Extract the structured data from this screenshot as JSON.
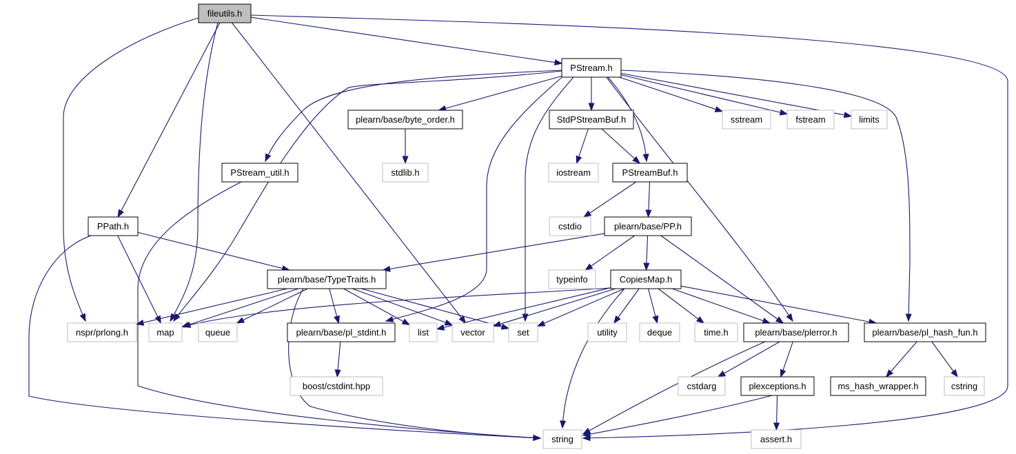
{
  "diagram": {
    "colors": {
      "edge": "#191970",
      "root_fill": "#bfbfbf",
      "internal_border": "#000000",
      "external_border": "#bfbfbf",
      "background": "#ffffff"
    },
    "nodes": [
      {
        "id": "fileutils_h",
        "label": "fileutils.h",
        "kind": "root"
      },
      {
        "id": "pstream_h",
        "label": "PStream.h",
        "kind": "internal"
      },
      {
        "id": "byte_order_h",
        "label": "plearn/base/byte_order.h",
        "kind": "internal"
      },
      {
        "id": "stdpstreambuf_h",
        "label": "StdPStreamBuf.h",
        "kind": "internal"
      },
      {
        "id": "sstream",
        "label": "sstream",
        "kind": "external"
      },
      {
        "id": "fstream",
        "label": "fstream",
        "kind": "external"
      },
      {
        "id": "limits",
        "label": "limits",
        "kind": "external"
      },
      {
        "id": "pstream_util_h",
        "label": "PStream_util.h",
        "kind": "internal"
      },
      {
        "id": "stdlib_h",
        "label": "stdlib.h",
        "kind": "external"
      },
      {
        "id": "iostream",
        "label": "iostream",
        "kind": "external"
      },
      {
        "id": "pstreambuf_h",
        "label": "PStreamBuf.h",
        "kind": "internal"
      },
      {
        "id": "ppath_h",
        "label": "PPath.h",
        "kind": "internal"
      },
      {
        "id": "cstdio",
        "label": "cstdio",
        "kind": "external"
      },
      {
        "id": "pp_h",
        "label": "plearn/base/PP.h",
        "kind": "internal"
      },
      {
        "id": "typetraits_h",
        "label": "plearn/base/TypeTraits.h",
        "kind": "internal"
      },
      {
        "id": "typeinfo",
        "label": "typeinfo",
        "kind": "external"
      },
      {
        "id": "copiesmap_h",
        "label": "CopiesMap.h",
        "kind": "internal"
      },
      {
        "id": "nspr_prlong_h",
        "label": "nspr/prlong.h",
        "kind": "external"
      },
      {
        "id": "map",
        "label": "map",
        "kind": "external"
      },
      {
        "id": "queue",
        "label": "queue",
        "kind": "external"
      },
      {
        "id": "pl_stdint_h",
        "label": "plearn/base/pl_stdint.h",
        "kind": "internal"
      },
      {
        "id": "list",
        "label": "list",
        "kind": "external"
      },
      {
        "id": "vector",
        "label": "vector",
        "kind": "external"
      },
      {
        "id": "set",
        "label": "set",
        "kind": "external"
      },
      {
        "id": "utility",
        "label": "utility",
        "kind": "external"
      },
      {
        "id": "deque",
        "label": "deque",
        "kind": "external"
      },
      {
        "id": "time_h",
        "label": "time.h",
        "kind": "external"
      },
      {
        "id": "plerror_h",
        "label": "plearn/base/plerror.h",
        "kind": "internal"
      },
      {
        "id": "pl_hash_fun_h",
        "label": "plearn/base/pl_hash_fun.h",
        "kind": "internal"
      },
      {
        "id": "boost_cstdint_hpp",
        "label": "boost/cstdint.hpp",
        "kind": "external"
      },
      {
        "id": "cstdarg",
        "label": "cstdarg",
        "kind": "external"
      },
      {
        "id": "plexceptions_h",
        "label": "plexceptions.h",
        "kind": "internal"
      },
      {
        "id": "ms_hash_wrapper_h",
        "label": "ms_hash_wrapper.h",
        "kind": "internal"
      },
      {
        "id": "cstring",
        "label": "cstring",
        "kind": "external"
      },
      {
        "id": "string",
        "label": "string",
        "kind": "external"
      },
      {
        "id": "assert_h",
        "label": "assert.h",
        "kind": "external"
      }
    ],
    "edges": [
      {
        "from": "fileutils_h",
        "to": "pstream_h"
      },
      {
        "from": "fileutils_h",
        "to": "ppath_h"
      },
      {
        "from": "fileutils_h",
        "to": "nspr_prlong_h"
      },
      {
        "from": "fileutils_h",
        "to": "map"
      },
      {
        "from": "fileutils_h",
        "to": "vector"
      },
      {
        "from": "fileutils_h",
        "to": "string"
      },
      {
        "from": "pstream_h",
        "to": "byte_order_h"
      },
      {
        "from": "pstream_h",
        "to": "stdpstreambuf_h"
      },
      {
        "from": "pstream_h",
        "to": "sstream"
      },
      {
        "from": "pstream_h",
        "to": "fstream"
      },
      {
        "from": "pstream_h",
        "to": "limits"
      },
      {
        "from": "pstream_h",
        "to": "pstream_util_h"
      },
      {
        "from": "pstream_h",
        "to": "pstreambuf_h"
      },
      {
        "from": "pstream_h",
        "to": "map"
      },
      {
        "from": "pstream_h",
        "to": "pl_stdint_h"
      },
      {
        "from": "pstream_h",
        "to": "set"
      },
      {
        "from": "pstream_h",
        "to": "plerror_h"
      },
      {
        "from": "pstream_h",
        "to": "pl_hash_fun_h"
      },
      {
        "from": "byte_order_h",
        "to": "stdlib_h"
      },
      {
        "from": "stdpstreambuf_h",
        "to": "iostream"
      },
      {
        "from": "stdpstreambuf_h",
        "to": "pstreambuf_h"
      },
      {
        "from": "pstreambuf_h",
        "to": "cstdio"
      },
      {
        "from": "pstreambuf_h",
        "to": "pp_h"
      },
      {
        "from": "pstream_util_h",
        "to": "string"
      },
      {
        "from": "ppath_h",
        "to": "typetraits_h"
      },
      {
        "from": "ppath_h",
        "to": "map"
      },
      {
        "from": "ppath_h",
        "to": "string"
      },
      {
        "from": "pp_h",
        "to": "typetraits_h"
      },
      {
        "from": "pp_h",
        "to": "typeinfo"
      },
      {
        "from": "pp_h",
        "to": "copiesmap_h"
      },
      {
        "from": "pp_h",
        "to": "plerror_h"
      },
      {
        "from": "typetraits_h",
        "to": "nspr_prlong_h"
      },
      {
        "from": "typetraits_h",
        "to": "map"
      },
      {
        "from": "typetraits_h",
        "to": "queue"
      },
      {
        "from": "typetraits_h",
        "to": "pl_stdint_h"
      },
      {
        "from": "typetraits_h",
        "to": "list"
      },
      {
        "from": "typetraits_h",
        "to": "vector"
      },
      {
        "from": "typetraits_h",
        "to": "set"
      },
      {
        "from": "typetraits_h",
        "to": "string"
      },
      {
        "from": "copiesmap_h",
        "to": "map"
      },
      {
        "from": "copiesmap_h",
        "to": "list"
      },
      {
        "from": "copiesmap_h",
        "to": "vector"
      },
      {
        "from": "copiesmap_h",
        "to": "set"
      },
      {
        "from": "copiesmap_h",
        "to": "string"
      },
      {
        "from": "copiesmap_h",
        "to": "utility"
      },
      {
        "from": "copiesmap_h",
        "to": "deque"
      },
      {
        "from": "copiesmap_h",
        "to": "time_h"
      },
      {
        "from": "copiesmap_h",
        "to": "plerror_h"
      },
      {
        "from": "copiesmap_h",
        "to": "pl_hash_fun_h"
      },
      {
        "from": "pl_stdint_h",
        "to": "boost_cstdint_hpp"
      },
      {
        "from": "plerror_h",
        "to": "cstdarg"
      },
      {
        "from": "plerror_h",
        "to": "plexceptions_h"
      },
      {
        "from": "plerror_h",
        "to": "string"
      },
      {
        "from": "plexceptions_h",
        "to": "string"
      },
      {
        "from": "plexceptions_h",
        "to": "assert_h"
      },
      {
        "from": "pl_hash_fun_h",
        "to": "ms_hash_wrapper_h"
      },
      {
        "from": "pl_hash_fun_h",
        "to": "cstring"
      }
    ]
  }
}
